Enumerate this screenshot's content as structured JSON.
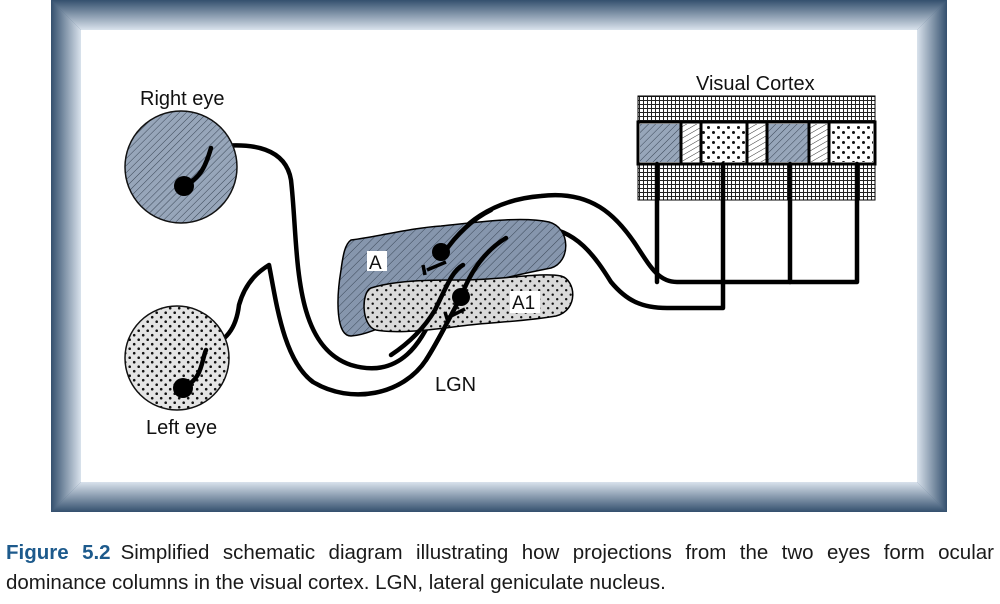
{
  "figure": {
    "label": "Figure 5.2",
    "caption": "Simplified schematic diagram illustrating how projections from the two eyes form ocular dominance columns in the visual cortex. LGN, lateral geniculate nucleus."
  },
  "diagram": {
    "labels": {
      "right_eye": "Right eye",
      "left_eye": "Left eye",
      "visual_cortex": "Visual Cortex",
      "lgn": "LGN",
      "layer_a": "A",
      "layer_a1": "A1"
    },
    "colors": {
      "frame_outer": "#3f5f80",
      "frame_inner": "#ffffff",
      "right_eye_fill": "#9aa9bd",
      "left_eye_fill": "#e6e6e6",
      "lgn_a_fill": "#8898ae",
      "lgn_a1_fill": "#dcdcdc",
      "line": "#000000"
    },
    "patterns": {
      "right_eye": "diagonal-hatch",
      "left_eye": "dots",
      "visual_cortex_layers": "crosshatch",
      "ocular_dominance_columns": [
        "diagonal-hatch",
        "light-hatch",
        "dots",
        "light-hatch",
        "diagonal-hatch",
        "light-hatch",
        "dots"
      ]
    }
  }
}
